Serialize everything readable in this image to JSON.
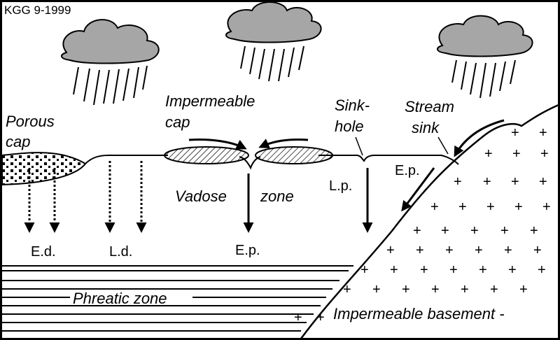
{
  "credit": "KGG 9-1999",
  "labels": {
    "porous_cap_1": "Porous",
    "porous_cap_2": "cap",
    "impermeable_cap_1": "Impermeable",
    "impermeable_cap_2": "cap",
    "sinkhole_1": "Sink-",
    "sinkhole_2": "hole",
    "stream_sink_1": "Stream",
    "stream_sink_2": "sink",
    "vadose": "Vadose",
    "zone": "zone",
    "phreatic_zone": "Phreatic zone",
    "impermeable_basement": "Impermeable basement -",
    "ed": "E.d.",
    "ld": "L.d.",
    "ep_center": "E.p.",
    "lp": "L.p.",
    "ep_right": "E.p."
  },
  "colors": {
    "cloud": "#a6a6a6",
    "line": "#000000",
    "background": "#ffffff"
  }
}
